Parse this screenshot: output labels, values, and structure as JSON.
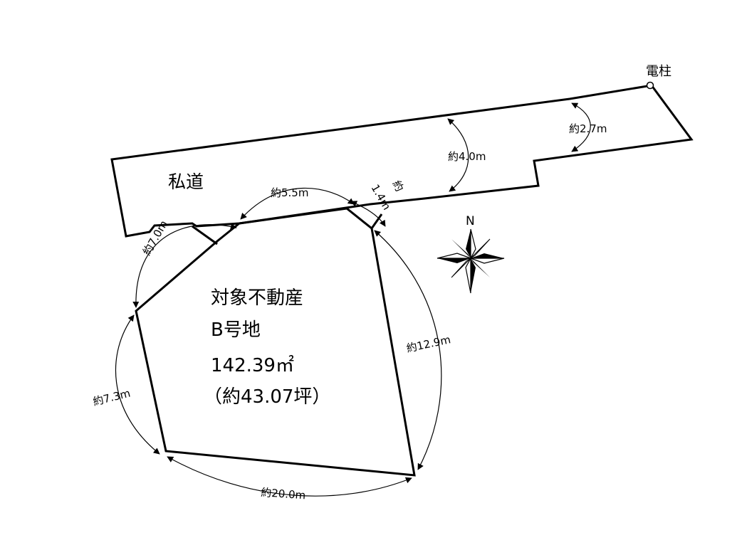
{
  "road": {
    "label": "私道"
  },
  "pole": {
    "label": "電柱"
  },
  "compass": {
    "label": "N"
  },
  "property": {
    "line1": "対象不動産",
    "line2": "B号地",
    "area": "142.39㎡",
    "tsubo": "（約43.07坪）"
  },
  "dimensions": {
    "road_width": "約4.0m",
    "road_end": "約2.7m",
    "access_char": "約",
    "access_num": "1.4m",
    "north_edge": "約5.5m",
    "northwest_edge": "約7.0m",
    "west_edge": "約7.3m",
    "south_edge": "約20.0m",
    "east_edge": "約12.9m"
  }
}
